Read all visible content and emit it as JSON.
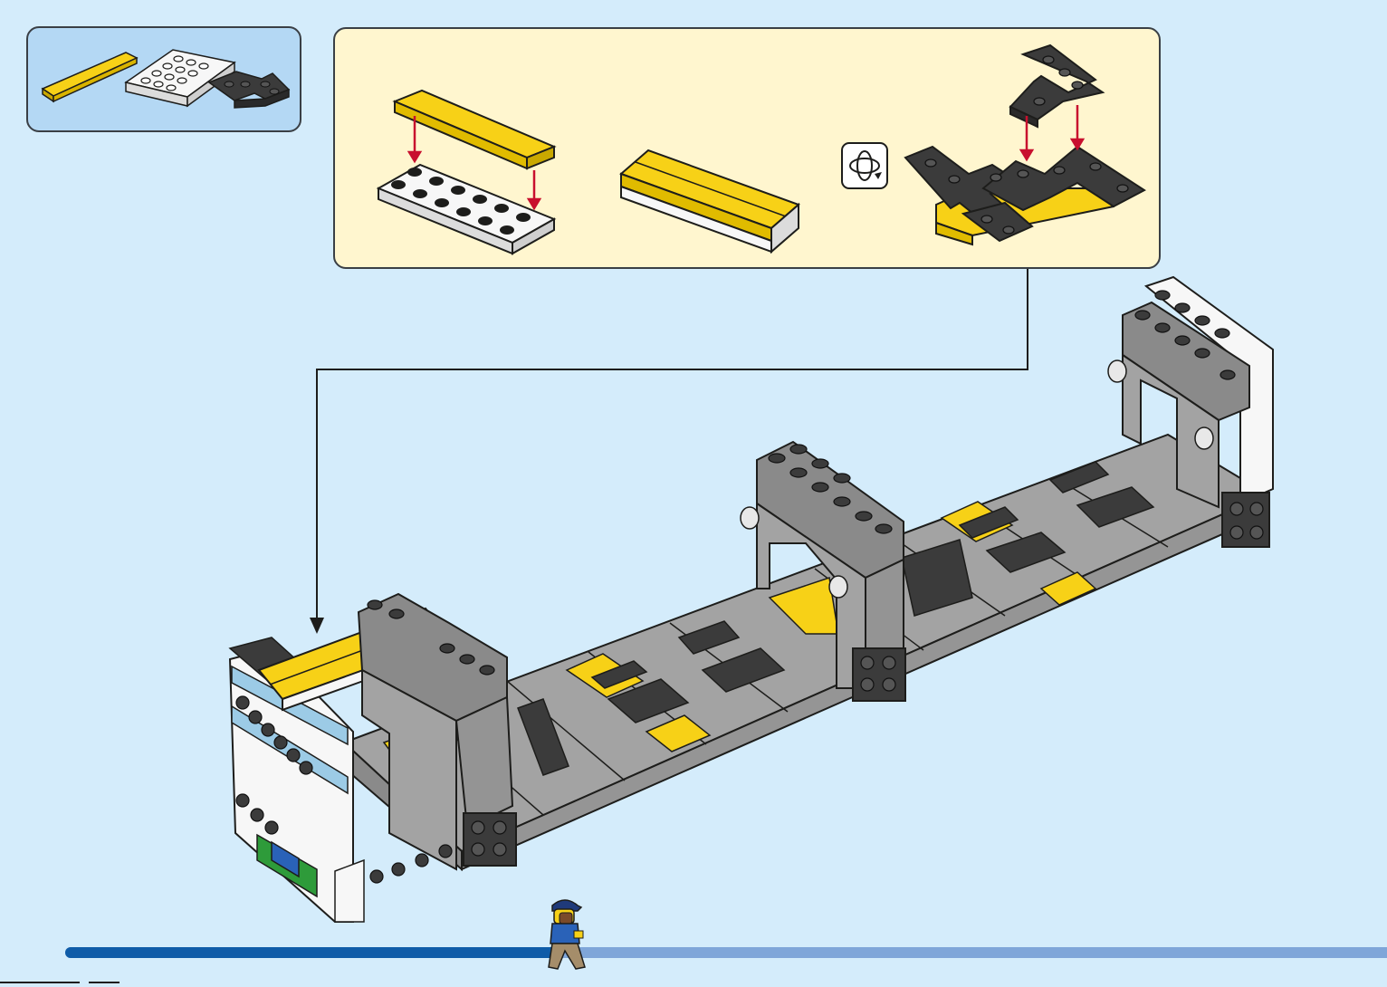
{
  "page": {
    "background": "#d4ecfb",
    "parts_panel_color": "#b4d8f4",
    "substep_panel_color": "#fff6cf"
  },
  "parts_list": {
    "items": [
      {
        "name": "yellow-tile-1x6",
        "color": "#f7d117"
      },
      {
        "name": "white-plate-2x6",
        "color": "#f4f4f4"
      },
      {
        "name": "black-corner-plate",
        "color": "#3b3b3b"
      }
    ]
  },
  "substeps": {
    "items": [
      "attach-tile",
      "result",
      "rotate-and-attach-corners"
    ],
    "rotate_icon": "rotate-model-icon"
  },
  "progress": {
    "fraction": 0.37,
    "fill_color": "#0f5ca8",
    "track_color": "#7fa6d9"
  },
  "colors": {
    "yellow": "#f7d117",
    "gray": "#a3a3a3",
    "dark_gray": "#8a8a8a",
    "black": "#3b3b3b",
    "white": "#f7f7f7",
    "light_blue": "#9ccbe6",
    "arrow_red": "#c8102e"
  }
}
